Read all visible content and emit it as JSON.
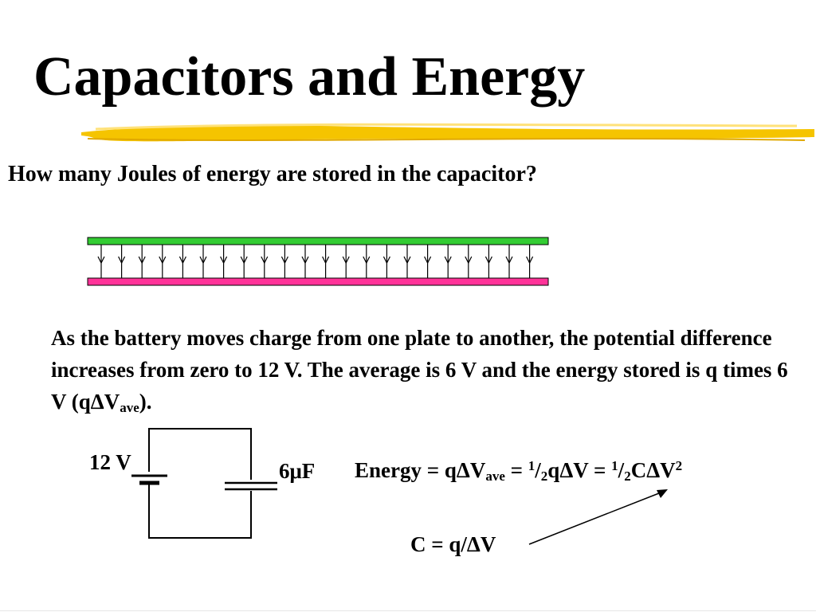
{
  "slide": {
    "title": "Capacitors and Energy",
    "question": "How many Joules of energy are stored in the capacitor?",
    "explanation": {
      "part1": "As the battery moves charge from one plate to another, the potential difference increases from zero to 12 V.  The average is 6 V and the energy stored is q times 6 V (q",
      "delta": "Δ",
      "v": "V",
      "sub": "ave",
      "end": ")."
    },
    "battery_label": "12 V",
    "capacitor_label": "6μF",
    "energy": {
      "lead": "Energy = q",
      "delta": "Δ",
      "v_ave": "V",
      "sub_ave": "ave",
      "eq1": " = ",
      "sup1": "1",
      "slash1": "/",
      "sub2a": "2",
      "mid": "q",
      "delta2": "Δ",
      "v2": "V = ",
      "sup2": "1",
      "slash2": "/",
      "sub2b": "2",
      "c": "C",
      "delta3": "Δ",
      "v3": "V",
      "sq": "2"
    },
    "capacitance_def": "C = q/ΔV",
    "colors": {
      "top_plate": "#33cc33",
      "bottom_plate": "#ff3399",
      "highlight": "#f5c400"
    }
  }
}
